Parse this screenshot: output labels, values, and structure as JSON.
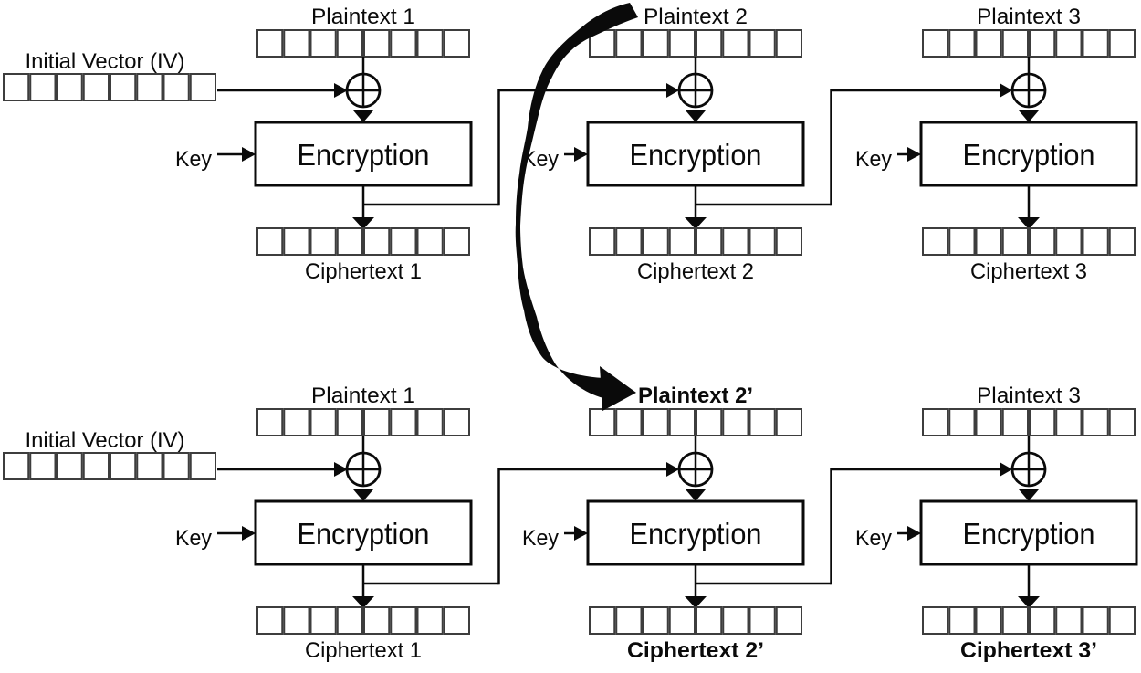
{
  "figure": {
    "background": "#ffffff",
    "line_color": "#0a0a0a",
    "cell_border_color": "#3d3d3d",
    "bits_per_block": 8
  },
  "labels": {
    "iv": "Initial Vector (IV)",
    "key": "Key",
    "encryption": "Encryption"
  },
  "rows": {
    "top": {
      "units": [
        {
          "plaintext": "Plaintext 1",
          "ciphertext": "Ciphertext 1"
        },
        {
          "plaintext": "Plaintext 2",
          "ciphertext": "Ciphertext 2"
        },
        {
          "plaintext": "Plaintext 3",
          "ciphertext": "Ciphertext 3"
        }
      ]
    },
    "bottom": {
      "units": [
        {
          "plaintext": "Plaintext 1",
          "ciphertext": "Ciphertext 1"
        },
        {
          "plaintext": "Plaintext 2’",
          "ciphertext": "Ciphertext 2’"
        },
        {
          "plaintext": "Plaintext 3",
          "ciphertext": "Ciphertext 3’"
        }
      ]
    }
  }
}
